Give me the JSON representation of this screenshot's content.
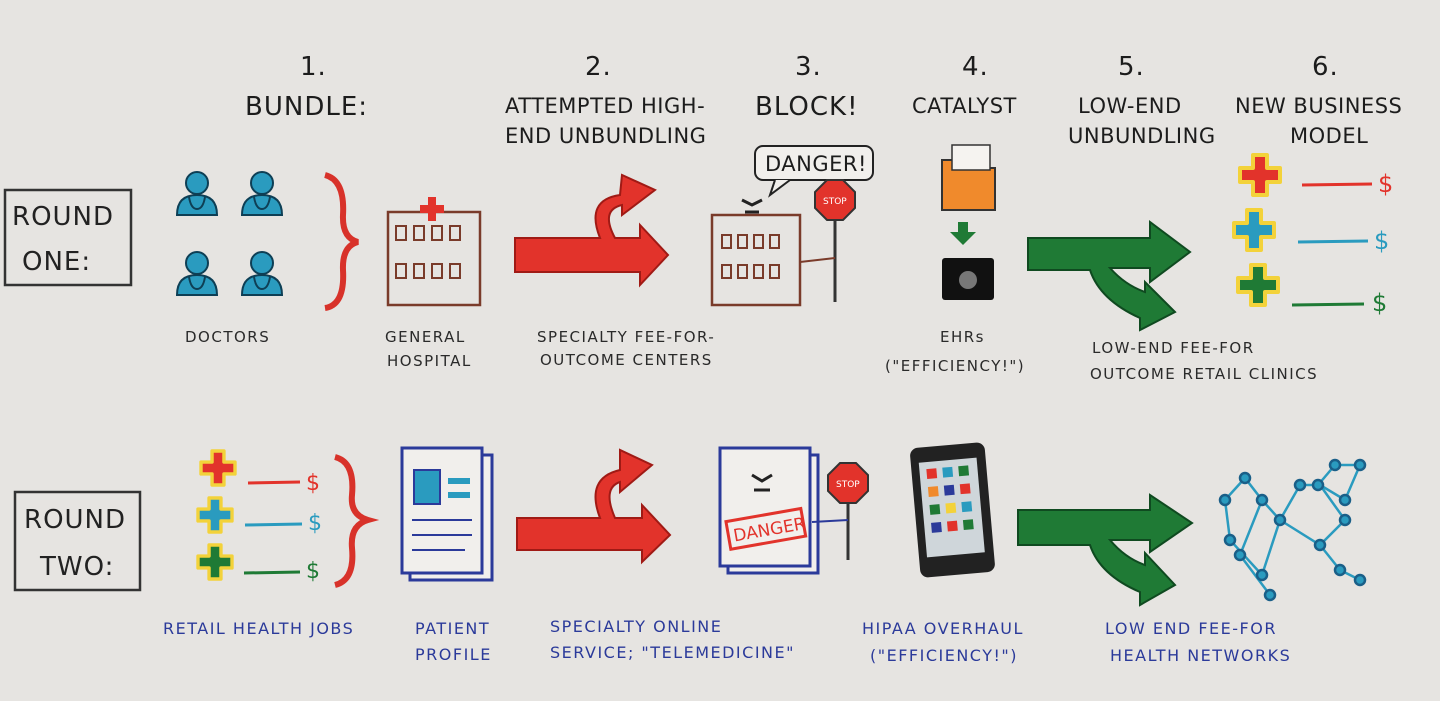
{
  "steps": [
    {
      "num": "1.",
      "lines": [
        "BUNDLE:"
      ]
    },
    {
      "num": "2.",
      "lines": [
        "ATTEMPTED HIGH-",
        "END UNBUNDLING"
      ]
    },
    {
      "num": "3.",
      "lines": [
        "BLOCK!"
      ]
    },
    {
      "num": "4.",
      "lines": [
        "CATALYST"
      ]
    },
    {
      "num": "5.",
      "lines": [
        "LOW-END",
        "UNBUNDLING"
      ]
    },
    {
      "num": "6.",
      "lines": [
        "NEW BUSINESS",
        "MODEL"
      ]
    }
  ],
  "round_one": {
    "label": [
      "ROUND",
      "ONE:"
    ],
    "danger_bubble": "DANGER!",
    "stop": "STOP",
    "dollar": "$",
    "captions": {
      "doctors": [
        "DOCTORS"
      ],
      "hospital": [
        "GENERAL",
        "HOSPITAL"
      ],
      "specialty": [
        "SPECIALTY  FEE-FOR-",
        "OUTCOME CENTERS"
      ],
      "ehrs": [
        "EHRs",
        "(\"EFFICIENCY!\")"
      ],
      "clinics": [
        "LOW-END  FEE-FOR",
        "OUTCOME RETAIL CLINICS"
      ]
    }
  },
  "round_two": {
    "label": [
      "ROUND",
      "TWO:"
    ],
    "danger_stamp": "DANGER",
    "stop": "STOP",
    "dollar": "$",
    "captions": {
      "jobs": [
        "RETAIL HEALTH JOBS"
      ],
      "profile": [
        "PATIENT",
        "PROFILE"
      ],
      "online": [
        "SPECIALTY  ONLINE",
        "SERVICE; \"TELEMEDICINE\""
      ],
      "hipaa": [
        "HIPAA OVERHAUL",
        "(\"EFFICIENCY!\")"
      ],
      "networks": [
        "LOW END  FEE-FOR",
        "HEALTH  NETWORKS"
      ]
    }
  },
  "colors": {
    "red": "#e2332b",
    "teal": "#2a9bbf",
    "green": "#1f7a35",
    "blue": "#2b3a9a",
    "brown": "#7a3b2a",
    "orange": "#f08a2c",
    "paper": "#e6e4e1"
  }
}
